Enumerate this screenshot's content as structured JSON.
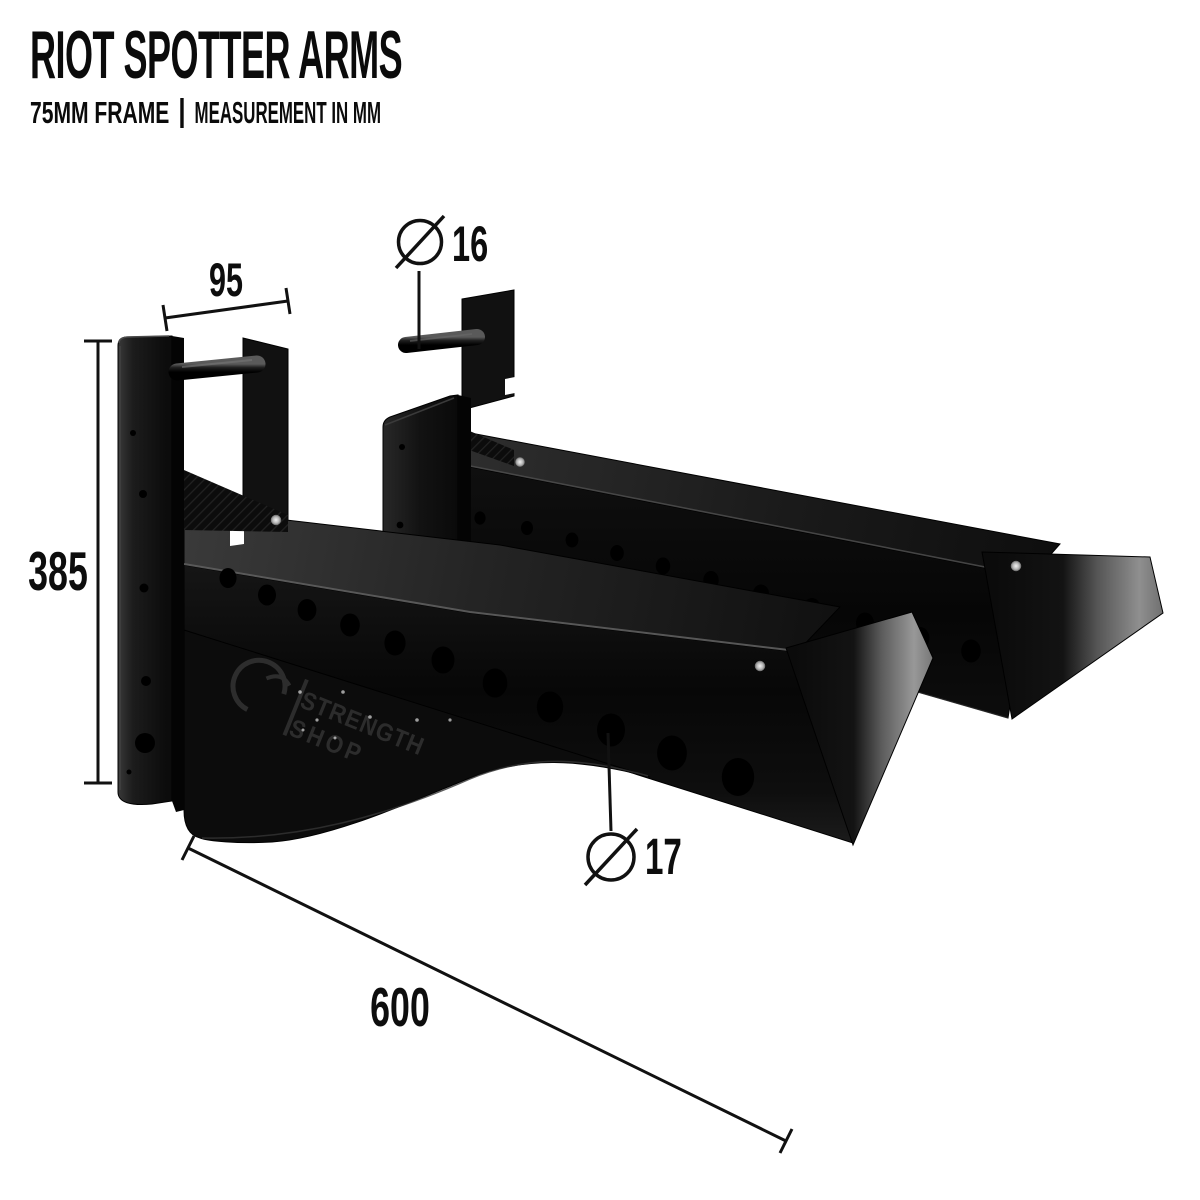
{
  "header": {
    "title": "RIOT SPOTTER ARMS",
    "subtitle_left": "75MM FRAME",
    "subtitle_right": "MEASUREMENT IN MM"
  },
  "annotations": {
    "top_width": {
      "value": "95"
    },
    "pin_diameter": {
      "symbol": "⌀",
      "value": "16"
    },
    "height": {
      "value": "385"
    },
    "length": {
      "value": "600"
    },
    "hole_diameter": {
      "symbol": "⌀",
      "value": "17"
    }
  },
  "product": {
    "name": "Riot Spotter Arms (pair)",
    "logo_line1": "STRENGTH",
    "logo_line2": "SHOP"
  },
  "colors": {
    "background": "#ffffff",
    "ink": "#0d0d0d",
    "steel_black": "#0b0b0b",
    "steel_sheen": "#3a3a3a",
    "flap_inner_grey": "#949494",
    "screw_silver": "#e8e8e8"
  }
}
